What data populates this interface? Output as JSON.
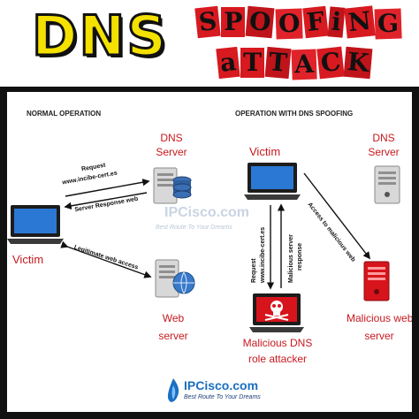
{
  "header": {
    "title_main": "DNS",
    "title_word1": [
      "S",
      "P",
      "O",
      "O",
      "F",
      "i",
      "N",
      "G"
    ],
    "title_word2": [
      "a",
      "T",
      "T",
      "A",
      "C",
      "K"
    ]
  },
  "normal": {
    "section_title": "NORMAL OPERATION",
    "dns_server_label_1": "DNS",
    "dns_server_label_2": "Server",
    "victim_label": "Victim",
    "web_server_label_1": "Web",
    "web_server_label_2": "server",
    "request_label": "Request",
    "request_domain": "www.incibe-cert.es",
    "server_response_label": "Server Response web",
    "legit_access_label": "Legitimate web access"
  },
  "spoofing": {
    "section_title": "OPERATION WITH DNS SPOOFING",
    "victim_label": "Victim",
    "dns_server_label_1": "DNS",
    "dns_server_label_2": "Server",
    "access_malicious_label": "Access to malicious web",
    "request_label": "Request",
    "request_domain": "www.incibe-cert.es",
    "malicious_response_1": "Malicious server",
    "malicious_response_2": "response",
    "attacker_label_1": "Malicious DNS",
    "attacker_label_2": "role attacker",
    "malicious_web_label_1": "Malicious web",
    "malicious_web_label_2": "server"
  },
  "watermark": {
    "name": "IPCisco.com",
    "tagline": "Best Route To Your Dreams"
  },
  "brand": {
    "name": "IPCisco.com",
    "tagline": "Best Route To Your Dreams"
  },
  "colors": {
    "accent_red": "#c8191f",
    "title_yellow": "#f4e100",
    "brand_blue": "#1b6fc1"
  }
}
